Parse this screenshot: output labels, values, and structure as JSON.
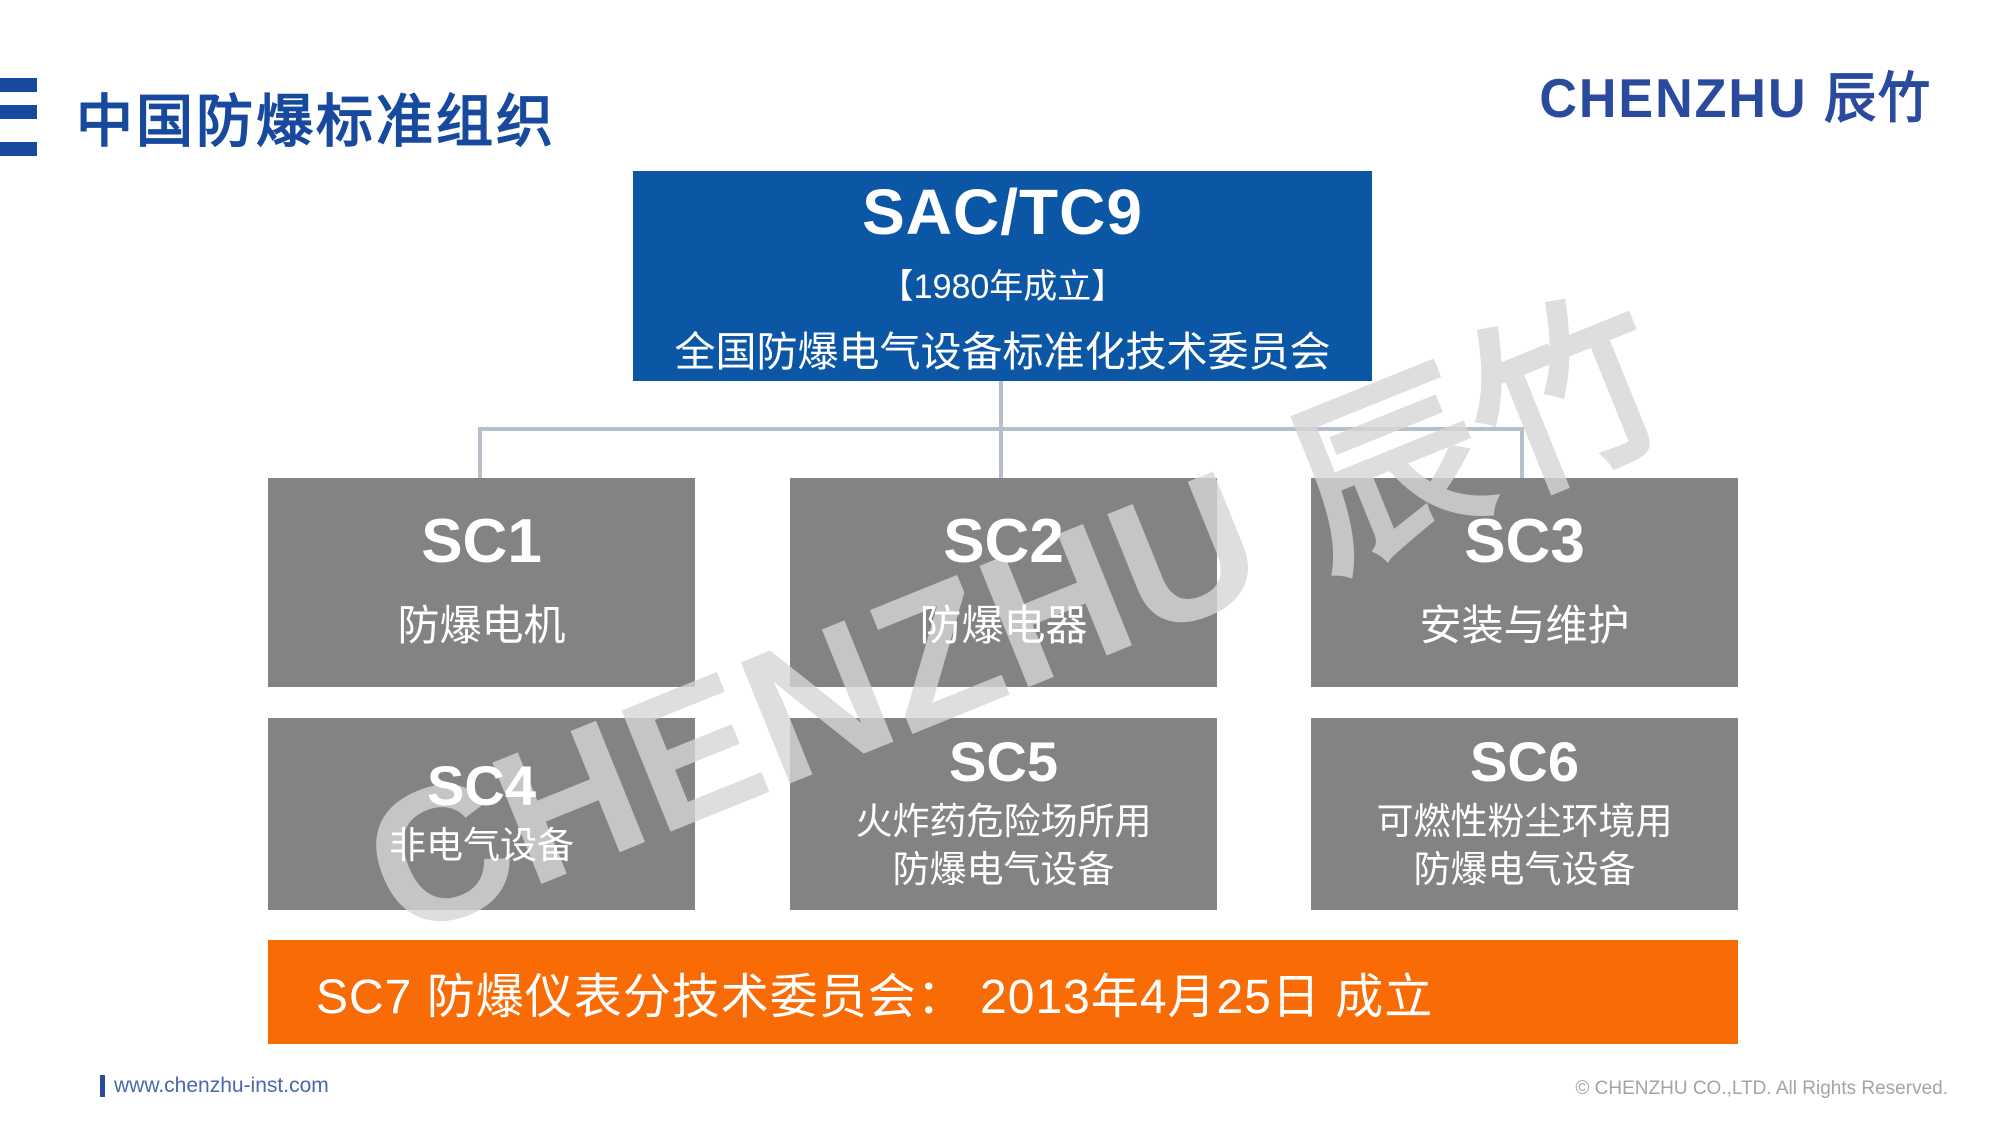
{
  "slide": {
    "title": "中国防爆标准组织",
    "logo": "CHENZHU 辰竹",
    "watermark": "CHENZHU 辰竹",
    "root": {
      "code": "SAC/TC9",
      "founded": "【1980年成立】",
      "name": "全国防爆电气设备标准化技术委员会"
    },
    "subcommittees": [
      {
        "code": "SC1",
        "name": "防爆电机"
      },
      {
        "code": "SC2",
        "name": "防爆电器"
      },
      {
        "code": "SC3",
        "name": "安装与维护"
      },
      {
        "code": "SC4",
        "name": "非电气设备"
      },
      {
        "code": "SC5",
        "name": "火炸药危险场所用",
        "name2": "防爆电气设备"
      },
      {
        "code": "SC6",
        "name": "可燃性粉尘环境用",
        "name2": "防爆电气设备"
      }
    ],
    "banner": "SC7 防爆仪表分技术委员会： 2013年4月25日 成立",
    "footer": {
      "website": "www.chenzhu-inst.com",
      "copyright": "© CHENZHU CO.,LTD. All Rights Reserved."
    },
    "colors": {
      "title_blue": "#17499e",
      "logo_blue": "#2a4a9e",
      "root_box_blue": "#0c56a6",
      "sc_box_gray": "#838383",
      "banner_orange": "#f96b05",
      "connector_gray": "#b7bfca",
      "watermark_gray": "#d6d6d6"
    }
  }
}
